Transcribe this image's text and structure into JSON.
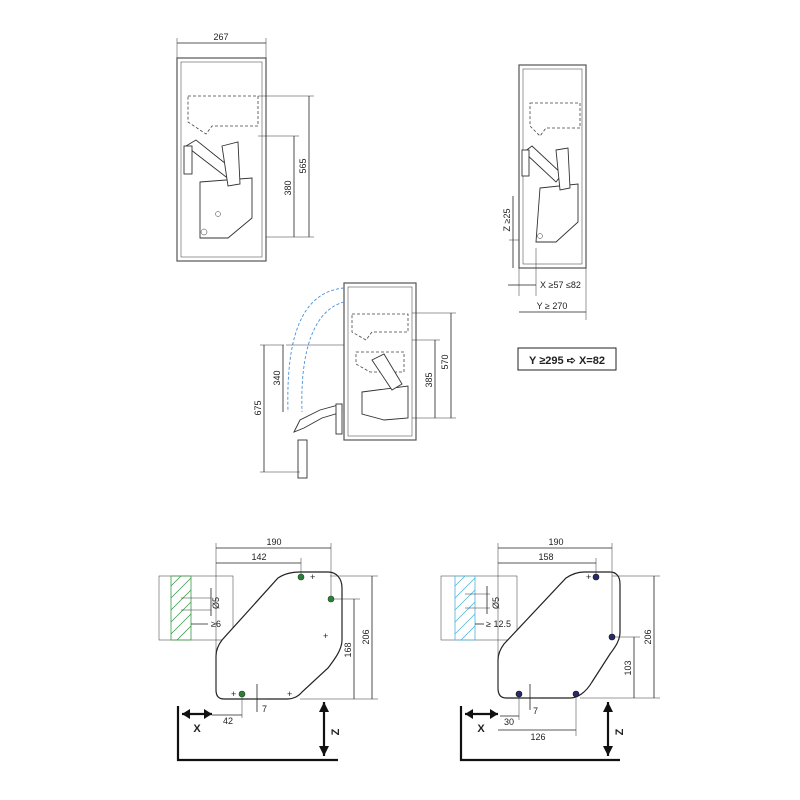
{
  "top_left": {
    "width_label": "267",
    "height_outer_label": "565",
    "height_inner_label": "380"
  },
  "top_right": {
    "z_label": "Z ≥25",
    "x_label": "X ≥57 ≤82",
    "y_label": "Y ≥ 270"
  },
  "condition": {
    "text": "Y ≥295 ➪ X=82"
  },
  "middle": {
    "label_340": "340",
    "label_675": "675",
    "label_385": "385",
    "label_570": "570"
  },
  "bottom_left": {
    "label_190": "190",
    "label_142": "142",
    "label_dia": "Ø5",
    "label_ge6": "≥6",
    "label_168": "168",
    "label_206": "206",
    "label_42": "42",
    "label_7": "7",
    "label_x": "X",
    "label_z": "Z"
  },
  "bottom_right": {
    "label_190": "190",
    "label_158": "158",
    "label_dia": "Ø5",
    "label_ge125": "≥ 12.5",
    "label_103": "103",
    "label_206": "206",
    "label_30": "30",
    "label_7": "7",
    "label_126": "126",
    "label_x": "X",
    "label_z": "Z"
  },
  "colors": {
    "hatch_left": "#3a9a4a",
    "hatch_right": "#4fb4d8",
    "dot_left": "#2e7d3a",
    "dot_right": "#2a2a6a",
    "dashed_arc": "#4a90d9"
  }
}
